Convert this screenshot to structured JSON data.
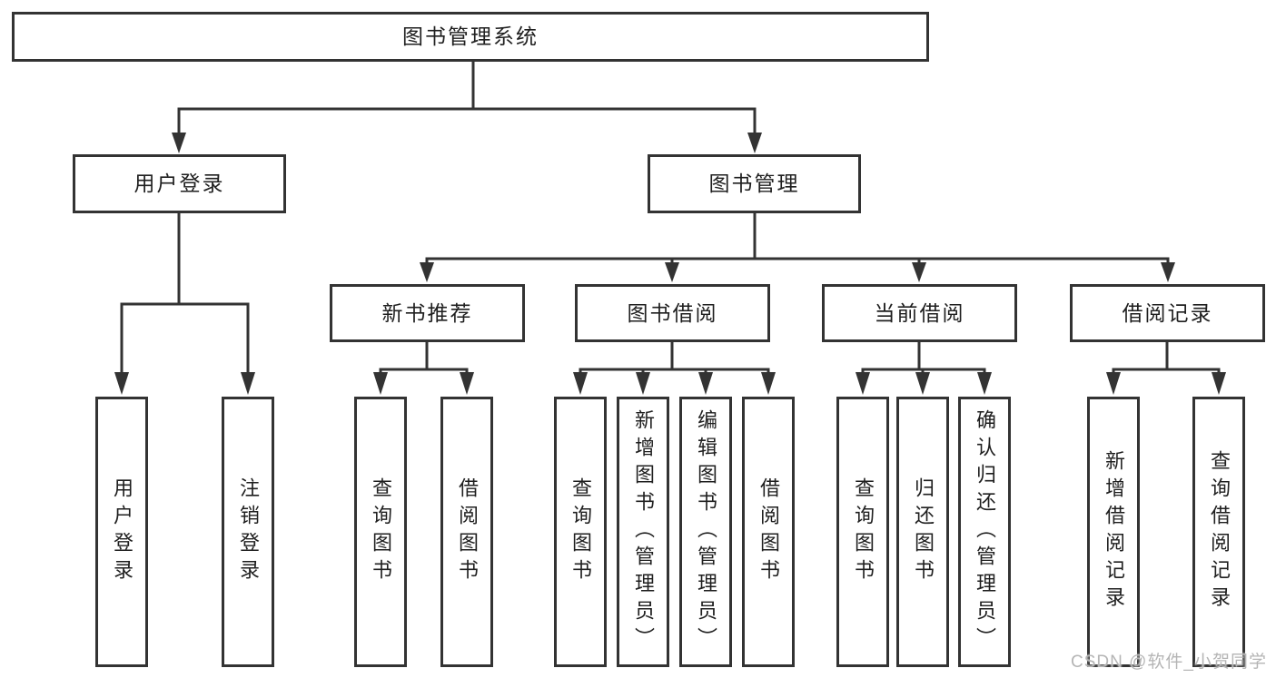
{
  "diagram": {
    "kind": "hierarchy-tree",
    "watermark": "CSDN @软件_小贺同学",
    "colors": {
      "line": "#333333",
      "box_border": "#333333",
      "text": "#1f1f1f",
      "watermark": "#b5b5b5",
      "background": "#ffffff"
    },
    "tree": {
      "label": "图书管理系统",
      "children": [
        {
          "label": "用户登录",
          "children": [
            {
              "label": "用户登录"
            },
            {
              "label": "注销登录"
            }
          ]
        },
        {
          "label": "图书管理",
          "children": [
            {
              "label": "新书推荐",
              "children": [
                {
                  "label": "查询图书"
                },
                {
                  "label": "借阅图书"
                }
              ]
            },
            {
              "label": "图书借阅",
              "children": [
                {
                  "label": "查询图书"
                },
                {
                  "label": "新增图书（管理员）"
                },
                {
                  "label": "编辑图书（管理员）"
                },
                {
                  "label": "借阅图书"
                }
              ]
            },
            {
              "label": "当前借阅",
              "children": [
                {
                  "label": "查询图书"
                },
                {
                  "label": "归还图书"
                },
                {
                  "label": "确认归还（管理员）"
                }
              ]
            },
            {
              "label": "借阅记录",
              "children": [
                {
                  "label": "新增借阅记录"
                },
                {
                  "label": "查询借阅记录"
                }
              ]
            }
          ]
        }
      ]
    }
  }
}
